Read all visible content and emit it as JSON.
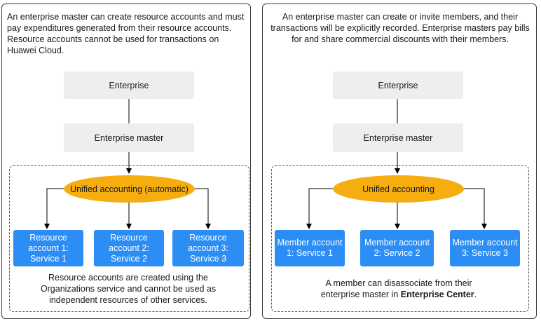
{
  "left": {
    "intro": "An enterprise master can create resource accounts and must pay expenditures generated from their resource accounts. Resource accounts cannot be used for transactions on Huawei Cloud.",
    "enterprise": "Enterprise",
    "master": "Enterprise master",
    "accounting": "Unified accounting (automatic)",
    "accounts": [
      "Resource\naccount 1:\nService 1",
      "Resource\naccount 2:\nService 2",
      "Resource\naccount 3:\nService 3"
    ],
    "note": "Resource accounts are created using the Organizations service and cannot be used as independent resources of other services."
  },
  "right": {
    "intro": "An enterprise master can create or invite members, and their transactions will be explicitly recorded. Enterprise masters pay bills for and share commercial discounts with their members.",
    "enterprise": "Enterprise",
    "master": "Enterprise master",
    "accounting": "Unified accounting",
    "accounts": [
      "Member account\n1: Service 1",
      "Member account\n2: Service 2",
      "Member account\n3: Service 3"
    ],
    "note_prefix": "A member can disassociate from their enterprise master in ",
    "note_bold": "Enterprise Center",
    "note_suffix": "."
  },
  "colors": {
    "gray_box": "#eeeeee",
    "accounting_ellipse": "#f5ad10",
    "account_box": "#2c8ef5",
    "border": "#3a3a3a"
  }
}
